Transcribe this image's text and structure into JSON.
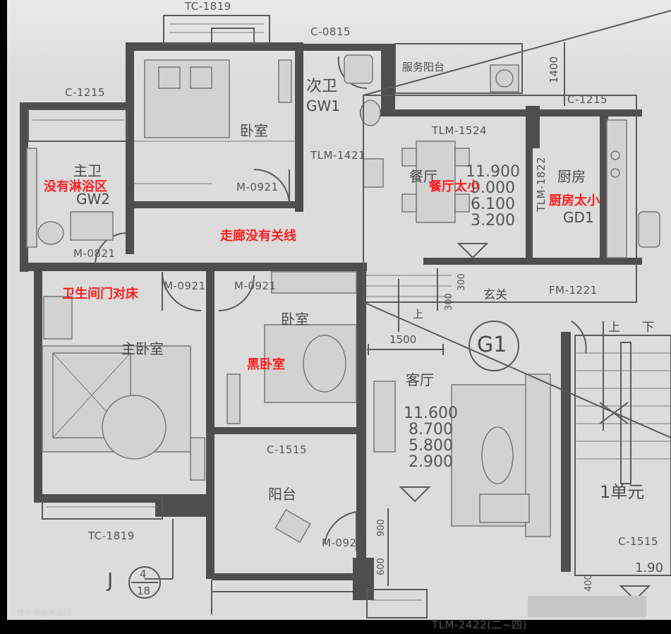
{
  "annotations": [
    "没有淋浴区",
    "餐厅太小",
    "厨房太小",
    "走廊没有关线",
    "卫生间门对床",
    "黑卧室"
  ],
  "rooms": {
    "bedroom_north": "卧室",
    "second_bath": "次卫",
    "second_bath_code": "GW1",
    "service_balcony": "服务阳台",
    "main_bath": "主卫",
    "main_bath_code": "GW2",
    "dining": "餐厅",
    "kitchen": "厨房",
    "kitchen_code": "GD1",
    "master_bedroom": "主卧室",
    "bedroom_middle": "卧室",
    "living_room": "客厅",
    "balcony": "阳台",
    "entrance": "玄关",
    "unit": "1单元",
    "stair_up": "上",
    "stair_down": "下",
    "step_up": "上"
  },
  "codes": {
    "tc_top": "TC-1819",
    "c_0815": "C-0815",
    "c_1215_left": "C-1215",
    "c_1215_right": "C-1215",
    "m_0921_bed": "M-0921",
    "tlm_1421": "TLM-1421",
    "tlm_1524": "TLM-1524",
    "tlm_1822": "TLM-1822",
    "m_0821": "M-0821",
    "m_0921_master": "M-0921",
    "m_0921_mid": "M-0921",
    "fm_1221": "FM-1221",
    "c_1515": "C-1515",
    "tc_bottom": "TC-1819",
    "m_0921_balcony": "M-0921",
    "tlm_bottom": "TLM-2422(二~四)",
    "c_1515_right": "C-1515"
  },
  "dims": {
    "d1400": "1400",
    "d1500": "1500",
    "d300a": "300",
    "d300b": "300",
    "d900": "900",
    "d600": "600",
    "d400": "400",
    "d190": "1.90"
  },
  "heights": {
    "dining": [
      "11.900",
      "9.000",
      "6.100",
      "3.200"
    ],
    "living": [
      "11.600",
      "8.700",
      "5.800",
      "2.900"
    ]
  },
  "marks": {
    "grid": "G1",
    "axis_j": "J",
    "detail_top": "4",
    "detail_bottom": "18"
  },
  "watermark": "住小帮@果设计",
  "colors": {
    "annotation": "#ff1e1e",
    "paper": "#dcdcdc",
    "ink": "#4a4a4a",
    "frame": "#000000"
  }
}
